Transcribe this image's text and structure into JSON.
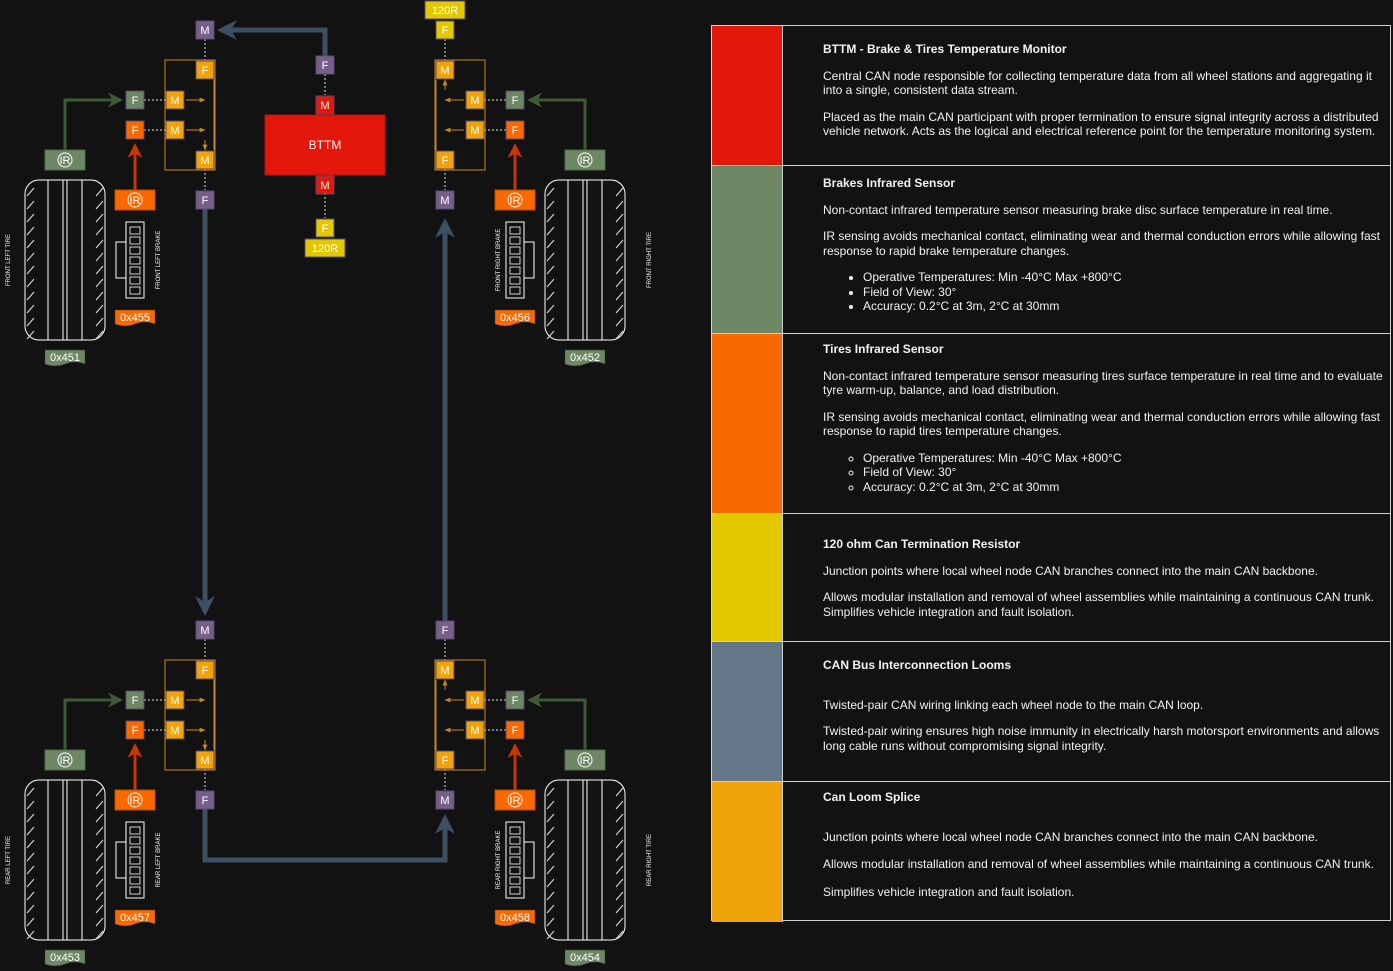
{
  "labels": {
    "F": "F",
    "M": "M",
    "IR": "IR",
    "R120": "120R",
    "bttm": "BTTM"
  },
  "wheels": {
    "fl": {
      "tire_label": "FRONT LEFT TIRE",
      "brake_label": "FRONT LEFT BRAKE",
      "tire_id": "0x451",
      "brake_id": "0x455"
    },
    "fr": {
      "tire_label": "FRONT RIGHT TIRE",
      "brake_label": "FRONT RIGHT BRAKE",
      "tire_id": "0x452",
      "brake_id": "0x456"
    },
    "rl": {
      "tire_label": "REAR LEFT TIRE",
      "brake_label": "REAR LEFT BRAKE",
      "tire_id": "0x453",
      "brake_id": "0x457"
    },
    "rr": {
      "tire_label": "REAR RIGHT TIRE",
      "brake_label": "REAR RIGHT BRAKE",
      "tire_id": "0x454",
      "brake_id": "0x458"
    }
  },
  "colors": {
    "bttm": "#e3170a",
    "brake_ir": "#6d8764",
    "tire_ir": "#fa6800",
    "resistor": "#e3c800",
    "loom": "#647687",
    "splice": "#f0a30a",
    "connector": "#76608a"
  },
  "legend": [
    {
      "color": "#e3170a",
      "title": "BTTM - Brake & Tires Temperature Monitor",
      "paragraphs": [
        "Central CAN node responsible for collecting temperature data from all wheel stations and aggregating it into a single, consistent data stream.",
        "Placed as the main CAN participant with proper termination to ensure signal integrity across a distributed vehicle network. Acts as the logical and electrical reference point for the temperature monitoring system."
      ],
      "bullets": []
    },
    {
      "color": "#6d8764",
      "title": "Brakes Infrared Sensor",
      "paragraphs": [
        "Non-contact infrared temperature sensor measuring brake disc surface temperature in real time.",
        " IR sensing avoids mechanical contact, eliminating wear and thermal conduction errors while allowing fast response to rapid brake temperature changes."
      ],
      "bullets": [
        "Operative Temperatures: Min -40°C Max +800°C",
        "Field of View: 30°",
        "Accuracy: 0.2°C at 3m, 2°C at 30mm"
      ]
    },
    {
      "color": "#fa6800",
      "title": "Tires Infrared Sensor",
      "paragraphs": [
        "Non-contact infrared temperature sensor measuring tires surface temperature in real time and to evaluate tyre warm-up, balance, and load distribution.",
        " IR sensing avoids mechanical contact, eliminating wear and thermal conduction errors while allowing fast response to rapid tires temperature changes."
      ],
      "bullets": [
        "Operative Temperatures: Min -40°C Max +800°C",
        "Field of View: 30°",
        "Accuracy: 0.2°C at 3m, 2°C at 30mm"
      ]
    },
    {
      "color": "#e3c800",
      "title": "120 ohm Can Termination Resistor",
      "paragraphs": [
        "Junction points where local wheel node CAN branches connect into the main CAN backbone.",
        "Allows modular installation and removal of wheel assemblies while maintaining a continuous CAN trunk. Simplifies vehicle integration and fault isolation."
      ],
      "bullets": []
    },
    {
      "color": "#647687",
      "title": "CAN Bus Interconnection Looms",
      "paragraphs": [
        "Twisted-pair CAN wiring linking each wheel node to the main CAN loop.",
        "Twisted-pair wiring ensures high noise immunity in electrically harsh motorsport environments and allows long cable runs without compromising signal integrity."
      ],
      "bullets": []
    },
    {
      "color": "#f0a30a",
      "title": "Can Loom Splice",
      "paragraphs": [
        "Junction points where local wheel node CAN branches connect into the main CAN backbone.",
        "Allows modular installation and removal of wheel assemblies while maintaining a continuous CAN trunk.",
        "Simplifies vehicle integration and fault isolation."
      ],
      "bullets": []
    }
  ]
}
